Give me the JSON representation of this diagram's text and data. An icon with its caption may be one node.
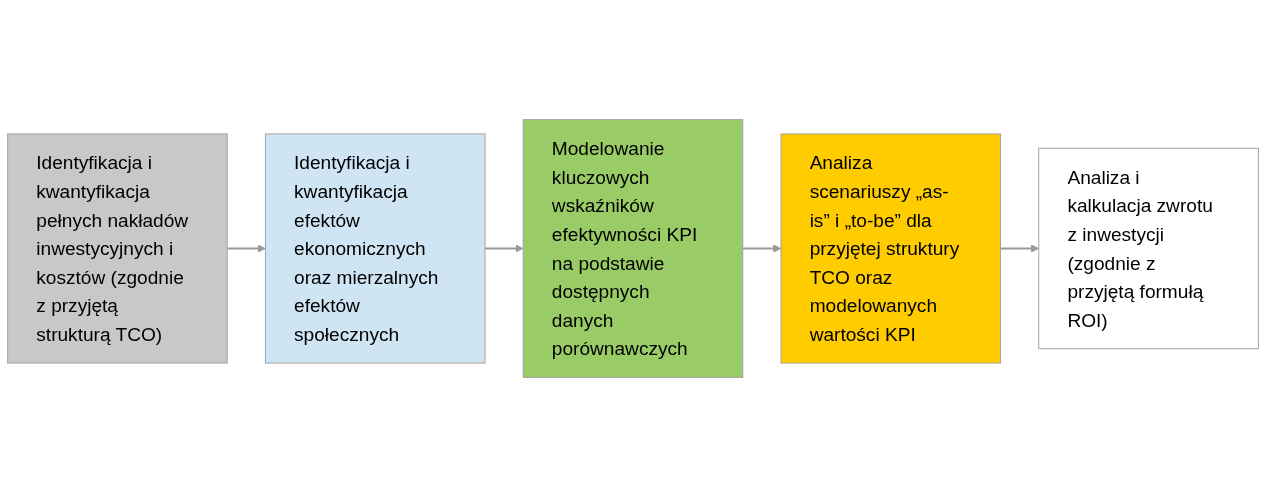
{
  "diagram": {
    "nodes": [
      {
        "text": [
          "Identyfikacja i kwantyfikacja pełnych nakładów inwestycyjnych i kosztów (zgodnie z przyjętą strukturą TCO)"
        ]
      },
      {
        "text": [
          "Identyfikacja i kwantyfikacja efektów ekonomicznych oraz mierzalnych efektów społecznych"
        ]
      },
      {
        "text": [
          "Modelowanie kluczowych wskaźników efektywności KPI na podstawie dostępnych danych porównawczych"
        ]
      },
      {
        "text": [
          "Analiza scenariuszy „as-is” i „to-be” dla przyjętej struktury TCO oraz modelowanych wartości KPI"
        ]
      },
      {
        "text": [
          "Analiza i kalkulacja zwrotu z inwestycji (zgodnie z przyjętą formułą ROI)"
        ]
      }
    ],
    "edges": [
      {
        "from": 0,
        "to": 1,
        "arrow": "to"
      },
      {
        "from": 1,
        "to": 2,
        "arrow": "to"
      },
      {
        "from": 2,
        "to": 3,
        "arrow": "to"
      },
      {
        "from": 3,
        "to": 4,
        "arrow": "to"
      }
    ]
  }
}
